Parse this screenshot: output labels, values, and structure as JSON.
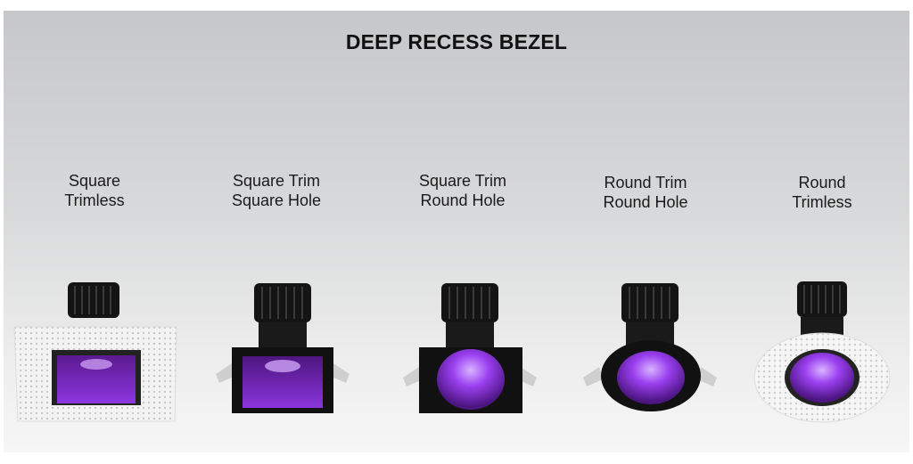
{
  "title": "DEEP RECESS BEZEL",
  "products": [
    {
      "line1": "Square",
      "line2": "Trimless"
    },
    {
      "line1": "Square Trim",
      "line2": "Square Hole"
    },
    {
      "line1": "Square Trim",
      "line2": "Round Hole"
    },
    {
      "line1": "Round Trim",
      "line2": "Round Hole"
    },
    {
      "line1": "Round",
      "line2": "Trimless"
    }
  ],
  "colors": {
    "light": "#8a2be2",
    "body": "#121212",
    "plaster": "#f2f2f2"
  }
}
